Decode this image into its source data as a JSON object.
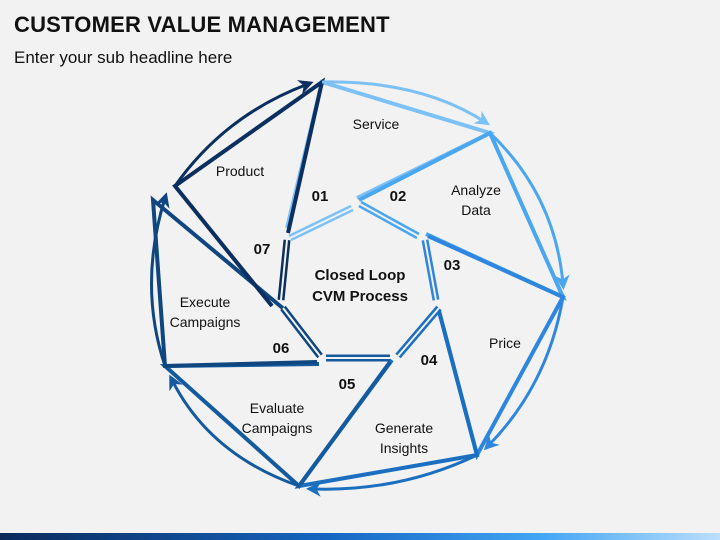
{
  "header": {
    "title": "CUSTOMER VALUE MANAGEMENT",
    "subtitle": "Enter your sub headline here"
  },
  "center": {
    "line1": "Closed Loop",
    "line2": "CVM Process"
  },
  "segments": [
    {
      "number": "01",
      "lines": [
        "Service"
      ],
      "color": "#7cc1f5"
    },
    {
      "number": "02",
      "lines": [
        "Analyze",
        "Data"
      ],
      "color": "#4aa6ee"
    },
    {
      "number": "03",
      "lines": [
        "Price"
      ],
      "color": "#2e86de"
    },
    {
      "number": "04",
      "lines": [
        "Generate",
        "Insights"
      ],
      "color": "#1b6fc0"
    },
    {
      "number": "05",
      "lines": [
        "Evaluate",
        "Campaigns"
      ],
      "color": "#145a9e"
    },
    {
      "number": "06",
      "lines": [
        "Execute",
        "Campaigns"
      ],
      "color": "#0f4680"
    },
    {
      "number": "07",
      "lines": [
        "Product"
      ],
      "color": "#0b2f5e"
    }
  ]
}
